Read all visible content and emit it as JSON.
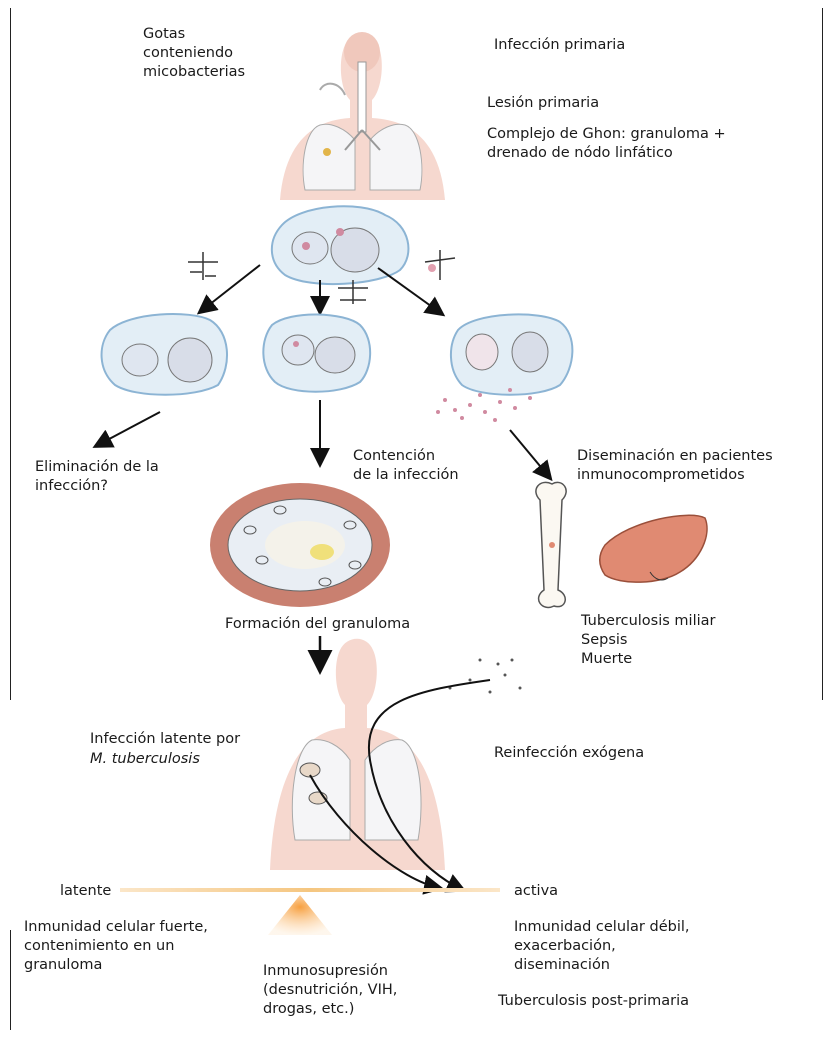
{
  "labels": {
    "droplets": "Gotas\nconteniendo\nmicobacterias",
    "primary_infection": "Infección primaria",
    "primary_lesion": "Lesión primaria",
    "ghon_complex": "Complejo de Ghon: granuloma +\ndrenado de nódo linfático",
    "elimination": "Eliminación de la\ninfección?",
    "containment": "Contención\nde la infección",
    "dissemination": "Diseminación en pacientes\ninmunocomprometidos",
    "granuloma_formation": "Formación del granuloma",
    "miliary": "Tuberculosis miliar\nSepsis\nMuerte",
    "latent_infection_line1": "Infección latente por",
    "latent_infection_line2": "M. tuberculosis",
    "reinfection": "Reinfección exógena",
    "latent": "latente",
    "active": "activa",
    "strong_immunity": "Inmunidad celular fuerte,\ncontenimiento en un\ngranuloma",
    "immunosuppression": "Inmunosupresión\n(desnutrición, VIH,\ndrogas, etc.)",
    "weak_immunity": "Inmunidad celular débil,\nexacerbación,\ndiseminación",
    "post_primary": "Tuberculosis post-primaria"
  },
  "colors": {
    "body_silhouette": "#f6d8cf",
    "lung": "#f2f2f4",
    "cell_fill": "#e3eef6",
    "cell_outline": "#8cb4d4",
    "granuloma_ring": "#c98070",
    "liver": "#e08a72",
    "balance_bar": "#f5c680",
    "fulcrum": "#f3a24a",
    "arrow": "#111111"
  }
}
